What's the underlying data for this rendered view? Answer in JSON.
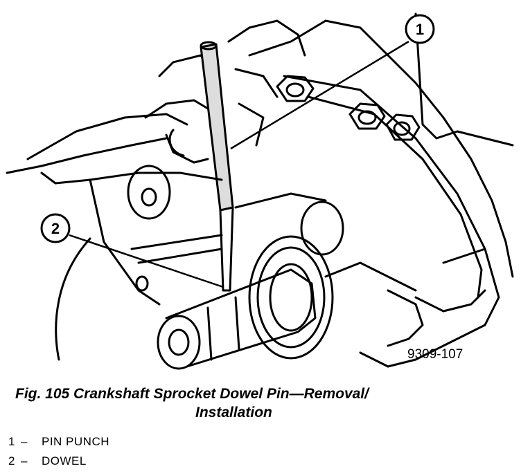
{
  "figure": {
    "id_label": "9309-107",
    "callouts": [
      {
        "number": "1",
        "label": "PIN PUNCH"
      },
      {
        "number": "2",
        "label": "DOWEL"
      }
    ]
  },
  "caption": {
    "line1": "Fig. 105 Crankshaft Sprocket Dowel Pin—Removal/",
    "line2": "Installation"
  },
  "legend": [
    {
      "number": "1",
      "dash": "–",
      "label": "PIN PUNCH"
    },
    {
      "number": "2",
      "dash": "–",
      "label": "DOWEL"
    }
  ]
}
